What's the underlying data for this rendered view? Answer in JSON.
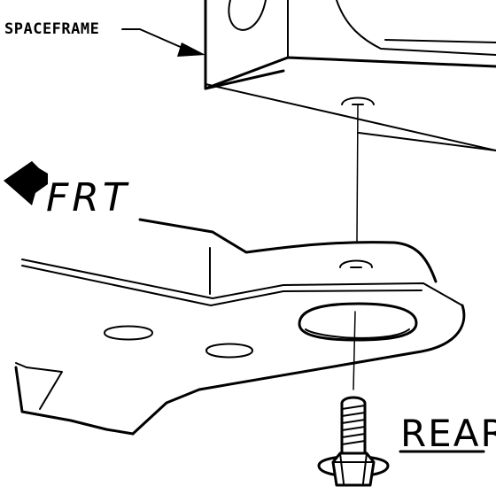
{
  "labels": {
    "spaceframe": "SPACEFRAME",
    "front": "FRT",
    "rear": "REAR"
  },
  "icons": {
    "front_direction": "arrow-left-icon",
    "bolt": "flange-bolt-icon"
  }
}
